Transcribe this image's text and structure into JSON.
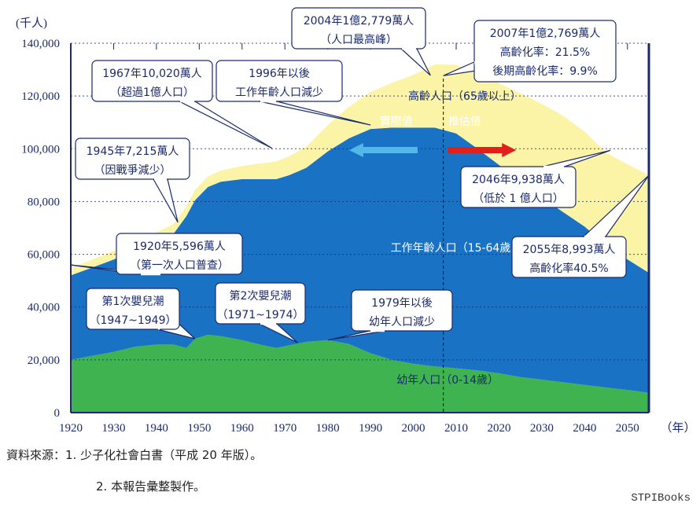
{
  "chart_data": {
    "type": "area",
    "y_unit_label": "(千人)",
    "x_unit_label": "（年）",
    "xlim": [
      1920,
      2055
    ],
    "ylim": [
      0,
      140000
    ],
    "x_ticks": [
      1920,
      1930,
      1940,
      1950,
      1960,
      1970,
      1980,
      1990,
      2000,
      2010,
      2020,
      2030,
      2040,
      2050
    ],
    "y_ticks": [
      0,
      20000,
      40000,
      60000,
      80000,
      100000,
      120000,
      140000
    ],
    "y_tick_labels": [
      "0",
      "20,000",
      "40,000",
      "60,000",
      "80,000",
      "100,000",
      "120,000",
      "140,000"
    ],
    "stacked": true,
    "series": [
      {
        "name": "幼年人口（0-14歲）",
        "color": "#3fb34f",
        "x": [
          1920,
          1925,
          1930,
          1935,
          1940,
          1944,
          1947,
          1949,
          1952,
          1955,
          1960,
          1965,
          1968,
          1971,
          1975,
          1980,
          1985,
          1990,
          1995,
          2000,
          2005,
          2010,
          2015,
          2020,
          2025,
          2030,
          2035,
          2040,
          2045,
          2050,
          2055
        ],
        "values": [
          20000,
          21500,
          23000,
          25000,
          25800,
          25800,
          24500,
          28000,
          29500,
          29000,
          27500,
          25500,
          24500,
          25500,
          26800,
          27500,
          26000,
          22500,
          20000,
          18500,
          17500,
          16800,
          16000,
          14900,
          13500,
          12500,
          11500,
          10500,
          9500,
          8600,
          7500
        ]
      },
      {
        "name": "工作年齡人口（15-64歲）",
        "color": "#1a72c4",
        "x": [
          1920,
          1925,
          1930,
          1935,
          1940,
          1944,
          1947,
          1949,
          1952,
          1955,
          1960,
          1965,
          1968,
          1971,
          1975,
          1980,
          1985,
          1990,
          1995,
          2000,
          2005,
          2010,
          2015,
          2020,
          2025,
          2030,
          2035,
          2040,
          2045,
          2050,
          2055
        ],
        "values": [
          32000,
          33500,
          35000,
          37000,
          39000,
          42000,
          50000,
          52500,
          56000,
          58500,
          61000,
          63000,
          64000,
          64500,
          66000,
          71500,
          78000,
          85000,
          88000,
          89500,
          90500,
          89000,
          84000,
          79000,
          74000,
          69000,
          64500,
          60000,
          54000,
          49500,
          45500
        ]
      },
      {
        "name": "高齡人口（65歲以上）",
        "color": "#fbf3a6",
        "x": [
          1920,
          1925,
          1930,
          1935,
          1940,
          1944,
          1947,
          1949,
          1952,
          1955,
          1960,
          1965,
          1968,
          1971,
          1975,
          1980,
          1985,
          1990,
          1995,
          2000,
          2005,
          2010,
          2015,
          2020,
          2025,
          2030,
          2035,
          2040,
          2045,
          2050,
          2055
        ],
        "values": [
          2800,
          3000,
          3200,
          3300,
          3500,
          3700,
          3800,
          3900,
          4000,
          4200,
          5000,
          6100,
          6700,
          7200,
          8000,
          10000,
          12000,
          14000,
          17000,
          20000,
          24000,
          26000,
          28500,
          31000,
          33500,
          35500,
          36500,
          36000,
          35000,
          36000,
          37000
        ]
      }
    ],
    "divider_x": 2007,
    "region_labels": {
      "elderly": "高齡人口（65歲以上）",
      "working": "工作年齡人口（15-64歲）",
      "youth": "幼年人口（0-14歲）"
    },
    "arrows": {
      "actual": "實際值",
      "projected": "推估值",
      "actual_color": "#55b6ea",
      "projected_color": "#e0201b"
    },
    "callouts": [
      {
        "line1": "1920年5,596萬人",
        "line2": "（第一次人口普查）",
        "target_x": 1920,
        "target_y": 55960
      },
      {
        "line1": "1945年7,215萬人",
        "line2": "（因戰爭減少）",
        "target_x": 1945,
        "target_y": 72150
      },
      {
        "line1": "1967年10,020萬人",
        "line2": "（超過1億人口）",
        "target_x": 1967,
        "target_y": 100200
      },
      {
        "line1": "1996年以後",
        "line2": "工作年齡人口減少",
        "target_x": 1990,
        "target_y": 109000
      },
      {
        "line1": "2004年1億2,779萬人",
        "line2": "（人口最高峰）",
        "target_x": 2004,
        "target_y": 127790
      },
      {
        "line1": "2007年1億2,769萬人",
        "line2": "高齡化率：21.5%",
        "line3": "後期高齡化率：9.9%",
        "target_x": 2007,
        "target_y": 127690
      },
      {
        "line1": "2046年9,938萬人",
        "line2": "（低於 1 億人口）",
        "target_x": 2046,
        "target_y": 99380
      },
      {
        "line1": "2055年8,993萬人",
        "line2": "高齡化率40.5%",
        "target_x": 2055,
        "target_y": 89930
      },
      {
        "line1": "第1次嬰兒潮",
        "line2": "（1947~1949）",
        "target_x": 1949,
        "target_y": 28000
      },
      {
        "line1": "第2次嬰兒潮",
        "line2": "（1971~1974）",
        "target_x": 1973,
        "target_y": 26500
      },
      {
        "line1": "1979年以後",
        "line2": "幼年人口減少",
        "target_x": 1980,
        "target_y": 27500
      }
    ]
  },
  "colors": {
    "axis": "#1a2a6c",
    "plot_border": "#1a2a6c",
    "callout_border": "#1a2a6c",
    "callout_fill": "#ffffff",
    "grid": "#1a2a6c"
  },
  "source": {
    "line1": "資料來源：1. 少子化社會白書（平成 20 年版）。",
    "line2": "2. 本報告彙整製作。"
  },
  "brand": "STPIBooks"
}
